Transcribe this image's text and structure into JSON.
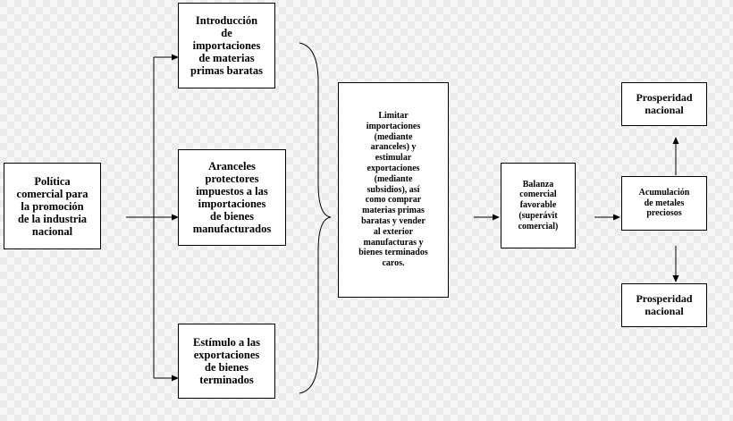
{
  "diagram": {
    "nodes": [
      {
        "id": "politica",
        "label": "Política\ncomercial para\nla promoción\nde la industria\nnacional"
      },
      {
        "id": "introduccion",
        "label": "Introducción\nde\nimportaciones\nde materias\nprimas baratas"
      },
      {
        "id": "aranceles",
        "label": "Aranceles\nprotectores\nimpuestos  a las\nimportaciones\nde bienes\nmanufacturados"
      },
      {
        "id": "estimulo",
        "label": "Estímulo  a las\nexportaciones\nde bienes\nterminados"
      },
      {
        "id": "limitar",
        "label": "Limitar\nimportaciones\n(mediante\naranceles) y\nestimular\nexportaciones\n(mediante\nsubsidios), así\ncomo comprar\nmaterias primas\nbaratas y vender\nal exterior\nmanufacturas y\nbienes terminados\ncaros."
      },
      {
        "id": "balanza",
        "label": "Balanza\ncomercial\nfavorable\n(superávit\ncomercial)"
      },
      {
        "id": "acumulacion",
        "label": "Acumulación\nde metales\npreciosos"
      },
      {
        "id": "prosperidad_top",
        "label": "Prosperidad\nnacional"
      },
      {
        "id": "prosperidad_bottom",
        "label": "Prosperidad\nnacional"
      }
    ],
    "edges": [
      {
        "from": "politica",
        "to": "introduccion"
      },
      {
        "from": "politica",
        "to": "aranceles"
      },
      {
        "from": "politica",
        "to": "estimulo"
      },
      {
        "from": "introduccion",
        "to": "limitar"
      },
      {
        "from": "aranceles",
        "to": "limitar"
      },
      {
        "from": "estimulo",
        "to": "limitar"
      },
      {
        "from": "limitar",
        "to": "balanza"
      },
      {
        "from": "balanza",
        "to": "acumulacion"
      },
      {
        "from": "acumulacion",
        "to": "prosperidad_top"
      },
      {
        "from": "acumulacion",
        "to": "prosperidad_bottom"
      }
    ],
    "colors": {
      "box_fill": "#ffffff",
      "stroke": "#000000",
      "background": "#ebebeb"
    }
  }
}
